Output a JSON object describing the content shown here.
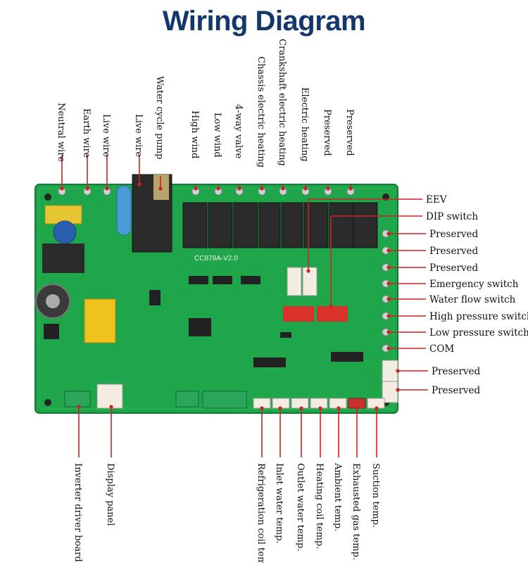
{
  "title": "Wiring Diagram",
  "board": {
    "model": "CC878A-V2.0",
    "colors": {
      "pcb": "#1fa64a",
      "wire": "#cc2222",
      "relay": "#2b2b2b",
      "title": "#14386b"
    }
  },
  "top_labels": [
    "Neutral wire",
    "Earth wire",
    "Live wire",
    "Live wire",
    "Water cycle pump",
    "High wind",
    "Low wind",
    "4-way valve",
    "Chassis electric heating",
    "Crankshaft electric heating",
    "Electric heating",
    "Preserved",
    "Preserved"
  ],
  "right_labels": [
    "EEV",
    "DIP switch",
    "Preserved",
    "Preserved",
    "Preserved",
    "Emergency switch",
    "Water flow switch",
    "High pressure switch",
    "Low pressure switch",
    "COM",
    "Preserved",
    "Preserved"
  ],
  "bottom_labels": [
    "Inverter driver board",
    "Display panel",
    "Refrigeration coil temp",
    "Inlet water temp.",
    "Outlet water temp.",
    "Heating coil temp.",
    "Ambient temp.",
    "Exhausted gas temp.",
    "Suction temp."
  ]
}
